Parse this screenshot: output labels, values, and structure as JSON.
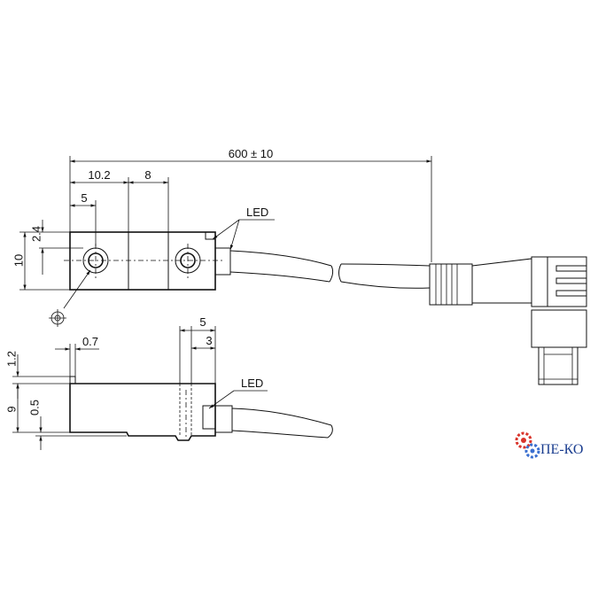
{
  "dimensions": {
    "total_length": "600 ± 10",
    "hole_pitch": "10.2",
    "body_length_right": "8",
    "hole_offset": "5",
    "hole_offset_top": "2.4",
    "height_top": "10",
    "lip_width": "0.7",
    "lip_height": "1.2",
    "side_height": "9",
    "step_height": "0.5",
    "slot_width": "5",
    "slot_offset": "3"
  },
  "labels": {
    "led_top": "LED",
    "led_side": "LED"
  },
  "logo": {
    "text": "ПЕ-КО",
    "accent_color": "#1a3d8f",
    "gear_colors": [
      "#d9342b",
      "#3a6fd0"
    ]
  },
  "colors": {
    "line": "#111111",
    "background": "#ffffff"
  }
}
